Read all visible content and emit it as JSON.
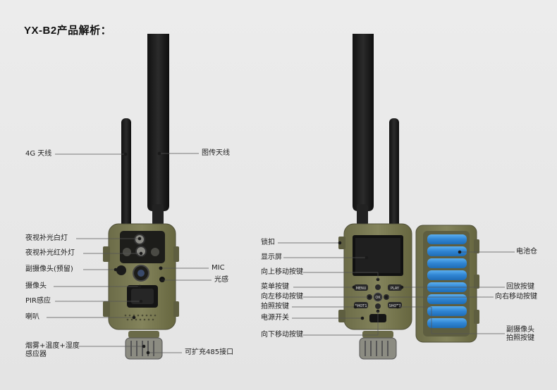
{
  "title": "YX-B2产品解析：",
  "left_labels": {
    "antenna_4g": "4G 天线",
    "image_antenna": "图传天线",
    "night_white_light": "夜视补光白灯",
    "night_ir_light": "夜视补光红外灯",
    "sub_camera": "副摄像头(预留)",
    "mic": "MIC",
    "light_sensor": "光感",
    "camera": "摄像头",
    "pir_sensor": "PIR感应",
    "speaker": "喇叭",
    "env_sensor_line1": "烟雾+温度+湿度",
    "env_sensor_line2": "感应器",
    "rs485_port": "可扩充485接口"
  },
  "right_labels": {
    "lock": "锁扣",
    "display": "显示屏",
    "up_key": "向上移动按键",
    "menu_key": "菜单按键",
    "left_key": "向左移动按键",
    "shot_key": "拍照按键",
    "power_switch": "电源开关",
    "down_key": "向下移动按键",
    "battery": "电池仓",
    "playback_key": "回放按键",
    "right_key": "向右移动按键",
    "sub_cam_shot_line1": "副摄像头",
    "sub_cam_shot_line2": "拍照按键"
  },
  "device_text": {
    "menu": "MENU",
    "play": "PLAY",
    "ok": "OK",
    "shot1": "SHOT1",
    "shot2": "SHOT2"
  },
  "colors": {
    "body": "#7a7a55",
    "body_dark": "#5c5c3e",
    "antenna": "#1c1c1c",
    "battery": "#3d8fd6",
    "dot": "#1a1a1a",
    "line": "#555555"
  }
}
